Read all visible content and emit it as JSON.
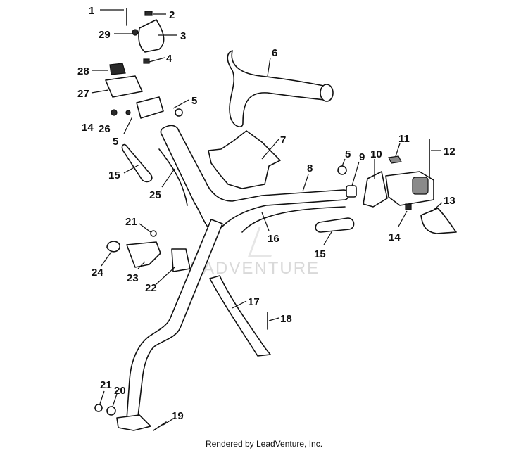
{
  "callouts": [
    "1",
    "2",
    "29",
    "3",
    "4",
    "28",
    "27",
    "5",
    "14",
    "26",
    "5",
    "6",
    "7",
    "15",
    "25",
    "5",
    "9",
    "10",
    "11",
    "12",
    "8",
    "13",
    "14",
    "16",
    "15",
    "21",
    "24",
    "23",
    "22",
    "17",
    "18",
    "21",
    "20",
    "19"
  ],
  "watermark": "EADVENTURE",
  "footer": "Rendered by LeadVenture, Inc."
}
